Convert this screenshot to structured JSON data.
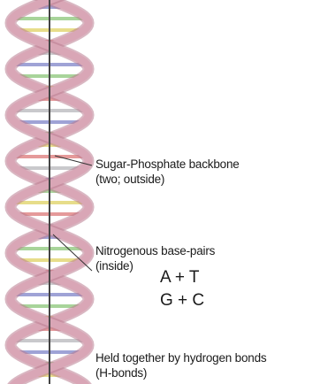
{
  "labels": {
    "backbone": {
      "line1": "Sugar-Phosphate backbone",
      "line2": "(two; outside)"
    },
    "bases": {
      "line1": "Nitrogenous base-pairs",
      "line2": "(inside)"
    },
    "pairs": {
      "pair1": "A + T",
      "pair2": "G + C"
    },
    "bonds": {
      "line1": "Held together by hydrogen bonds",
      "line2": "(H-bonds)"
    }
  },
  "colors": {
    "backbone_strand": "#d9a6b6",
    "backbone_dark": "#b97c90",
    "axis": "#444444",
    "base_pair_colors": [
      "#9fa3d6",
      "#a8d49a",
      "#e7dd8a",
      "#e59a9a",
      "#c9c9cc"
    ]
  }
}
